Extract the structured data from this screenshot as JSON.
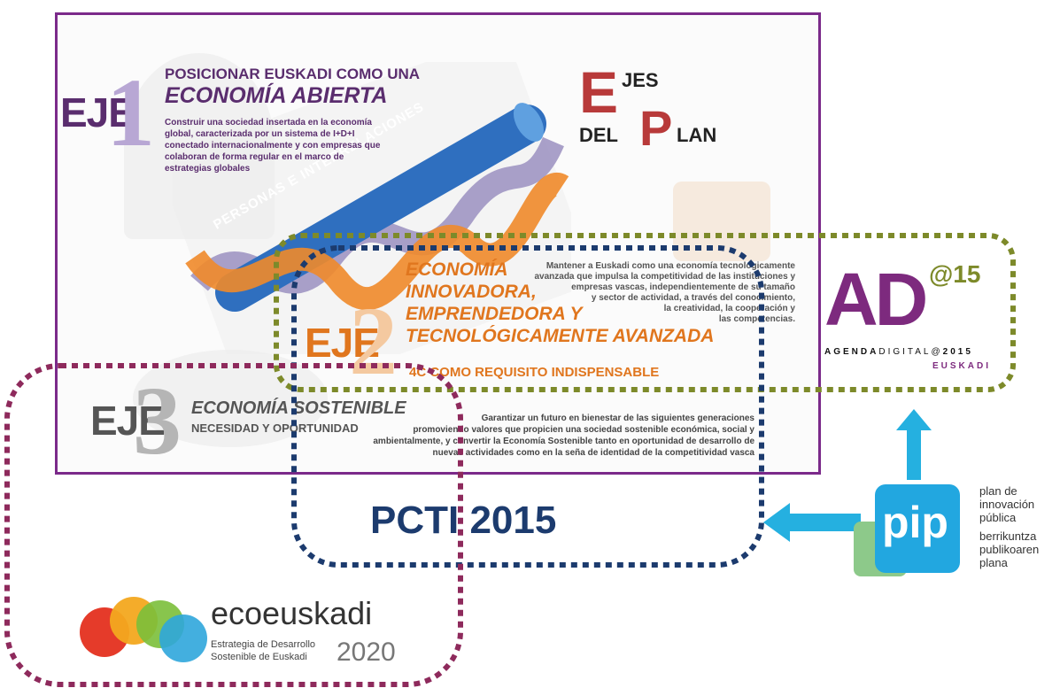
{
  "eje_label": "EJE",
  "eje1": {
    "number": "1",
    "title_line1": "POSICIONAR EUSKADI COMO UNA",
    "title_line2": "ECONOMÍA ABIERTA",
    "description": [
      "Construir una sociedad insertada en la economía",
      "global, caracterizada por un sistema de I+D+I",
      "conectado internacionalmente y con empresas que",
      "colaboran de forma regular en el marco de",
      "estrategias globales"
    ]
  },
  "ejes_plan": {
    "e": "E",
    "jes": "JES",
    "del": "DEL",
    "p": "P",
    "lan": "LAN"
  },
  "helix_label": "PERSONAS E INTERRELACIONES",
  "eje2": {
    "number": "2",
    "title_lines": [
      "ECONOMÍA",
      "INNOVADORA,",
      "EMPRENDEDORA Y",
      "TECNOLÓGICAMENTE AVANZADA"
    ],
    "subtitle": "4C COMO REQUISITO INDISPENSABLE",
    "description": [
      "Mantener a Euskadi como una economía tecnológicamente",
      "avanzada que impulsa la competitividad de las instituciones y",
      "empresas vascas, independientemente de su tamaño",
      "y sector de actividad, a través del conocimiento,",
      "la creatividad, la cooperación y",
      "las competencias."
    ]
  },
  "eje3": {
    "number": "3",
    "title": "ECONOMÍA SOSTENIBLE",
    "subtitle": "NECESIDAD Y OPORTUNIDAD",
    "description": [
      "Garantizar un futuro en bienestar de las siguientes generaciones",
      "promoviendo valores que propicien una sociedad sostenible económica, social y",
      "ambientalmente, y convertir la Economía Sostenible tanto en oportunidad de desarrollo de",
      "nuevas actividades como en la seña de identidad de la competitividad vasca"
    ]
  },
  "pcti_label": "PCTI 2015",
  "agenda_digital": {
    "logo_letters": "AD",
    "logo_suffix": "@15",
    "line1_bold": "AGENDA",
    "line1_rest": "DIGITAL@",
    "line1_year": "2015",
    "line2": "EUSKADI"
  },
  "pip": {
    "logo": "pip",
    "text_es": [
      "plan de",
      "innovación",
      "pública"
    ],
    "text_eu": [
      "berrikuntza",
      "publikoaren",
      "plana"
    ]
  },
  "ecoeuskadi": {
    "name": "ecoeuskadi",
    "subtitle_line1": "Estrategia de Desarrollo",
    "subtitle_line2": "Sostenible de Euskadi",
    "year": "2020"
  },
  "colors": {
    "frame": "#7b2a8a",
    "green_dotted": "#7d8a2a",
    "navy_dotted": "#1c3b6e",
    "maroon_dotted": "#8e2a5c",
    "arrow": "#25b0e0",
    "purple_text": "#5a2d6e",
    "orange_text": "#e0761e",
    "red_letters": "#b83a3a"
  }
}
